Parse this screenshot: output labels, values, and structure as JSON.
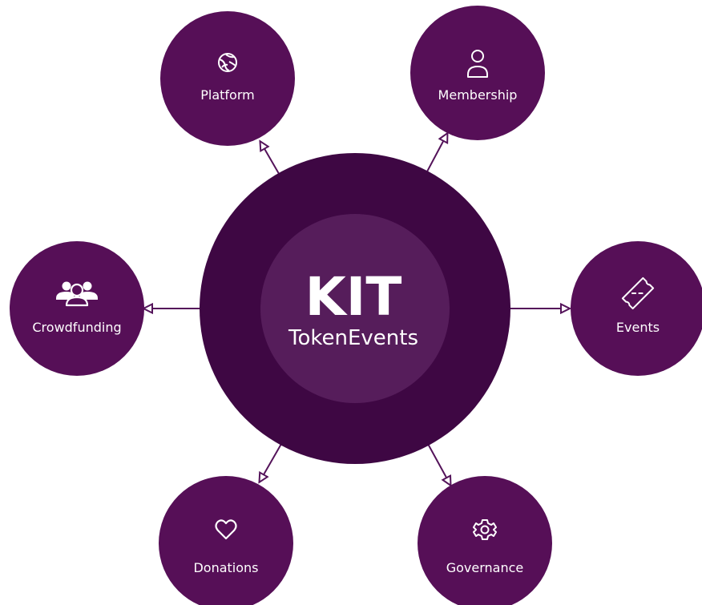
{
  "colors": {
    "node_fill": "#560f57",
    "hub_outer": "#3e0743",
    "hub_inner": "#561d5b",
    "connector": "#54135a",
    "text": "#ffffff"
  },
  "hub": {
    "title": "KIT",
    "subtitle": "TokenEvents"
  },
  "nodes": [
    {
      "label": "Platform",
      "icon": "globe-icon"
    },
    {
      "label": "Membership",
      "icon": "user-icon"
    },
    {
      "label": "Crowdfunding",
      "icon": "group-icon"
    },
    {
      "label": "Events",
      "icon": "ticket-icon"
    },
    {
      "label": "Donations",
      "icon": "heart-icon"
    },
    {
      "label": "Governance",
      "icon": "gear-icon"
    }
  ]
}
